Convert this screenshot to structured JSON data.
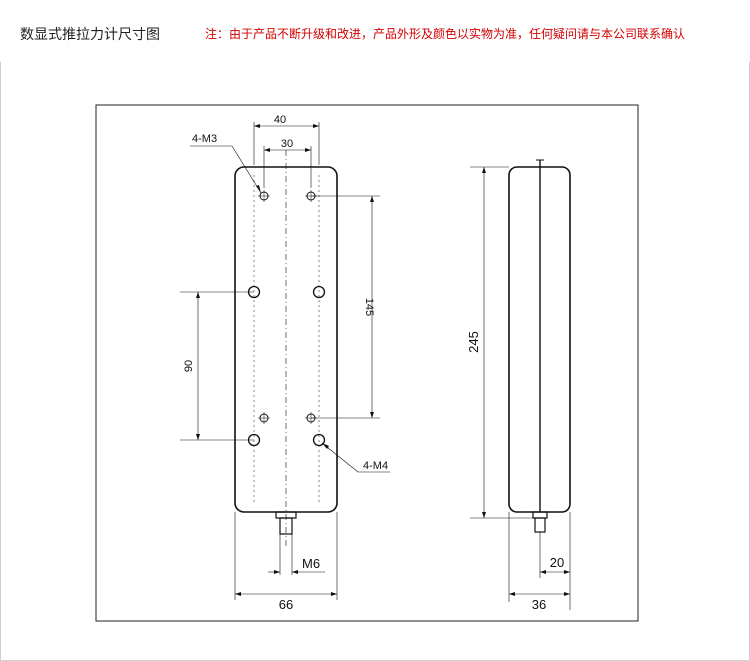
{
  "header": {
    "title": "数显式推拉力计尺寸图",
    "notice": "注：由于产品不断升级和改进，产品外形及颜色以实物为准，任何疑问请与本公司联系确认"
  },
  "drawing": {
    "front": {
      "label_m3": "4-M3",
      "label_m4": "4-M4",
      "dim_40": "40",
      "dim_30": "30",
      "dim_145": "145",
      "dim_90": "90",
      "dim_m6": "M6",
      "dim_66": "66"
    },
    "side": {
      "dim_245": "245",
      "dim_20": "20",
      "dim_36": "36"
    }
  },
  "colors": {
    "notice": "#d40000",
    "line": "#111111"
  }
}
